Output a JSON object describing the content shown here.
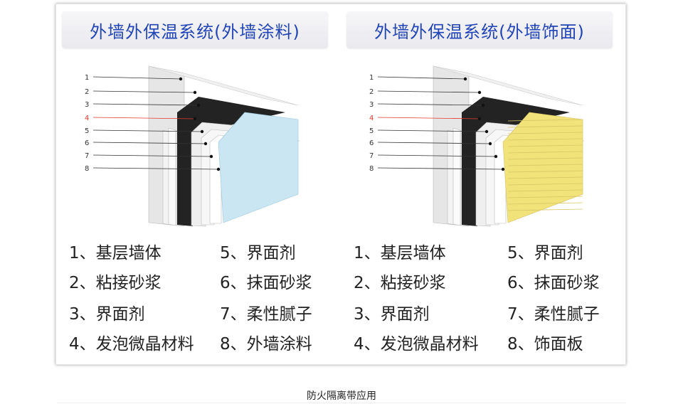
{
  "panels": [
    {
      "title": "外墙外保温系统(外墙涂料)",
      "numbers": [
        "1",
        "2",
        "3",
        "4",
        "5",
        "6",
        "7",
        "8"
      ],
      "legend": [
        "1、基层墙体",
        "2、粘接砂浆",
        "3、界面剂",
        "4、发泡微晶材料",
        "5、界面剂",
        "6、抹面砂浆",
        "7、柔性腻子",
        "8、外墙涂料"
      ],
      "finish": "paint"
    },
    {
      "title": "外墙外保温系统(外墙饰面)",
      "numbers": [
        "1",
        "2",
        "3",
        "4",
        "5",
        "6",
        "7",
        "8"
      ],
      "legend": [
        "1、基层墙体",
        "2、粘接砂浆",
        "3、界面剂",
        "4、发泡微晶材料",
        "5、界面剂",
        "6、抹面砂浆",
        "7、柔性腻子",
        "8、饰面板"
      ],
      "finish": "tile"
    }
  ],
  "caption": "防火隔离带应用",
  "colors": {
    "title": "#2145b8",
    "marker4": "#e03a2a",
    "tile": "#f1e27a",
    "paint": "#c9e6f2"
  }
}
